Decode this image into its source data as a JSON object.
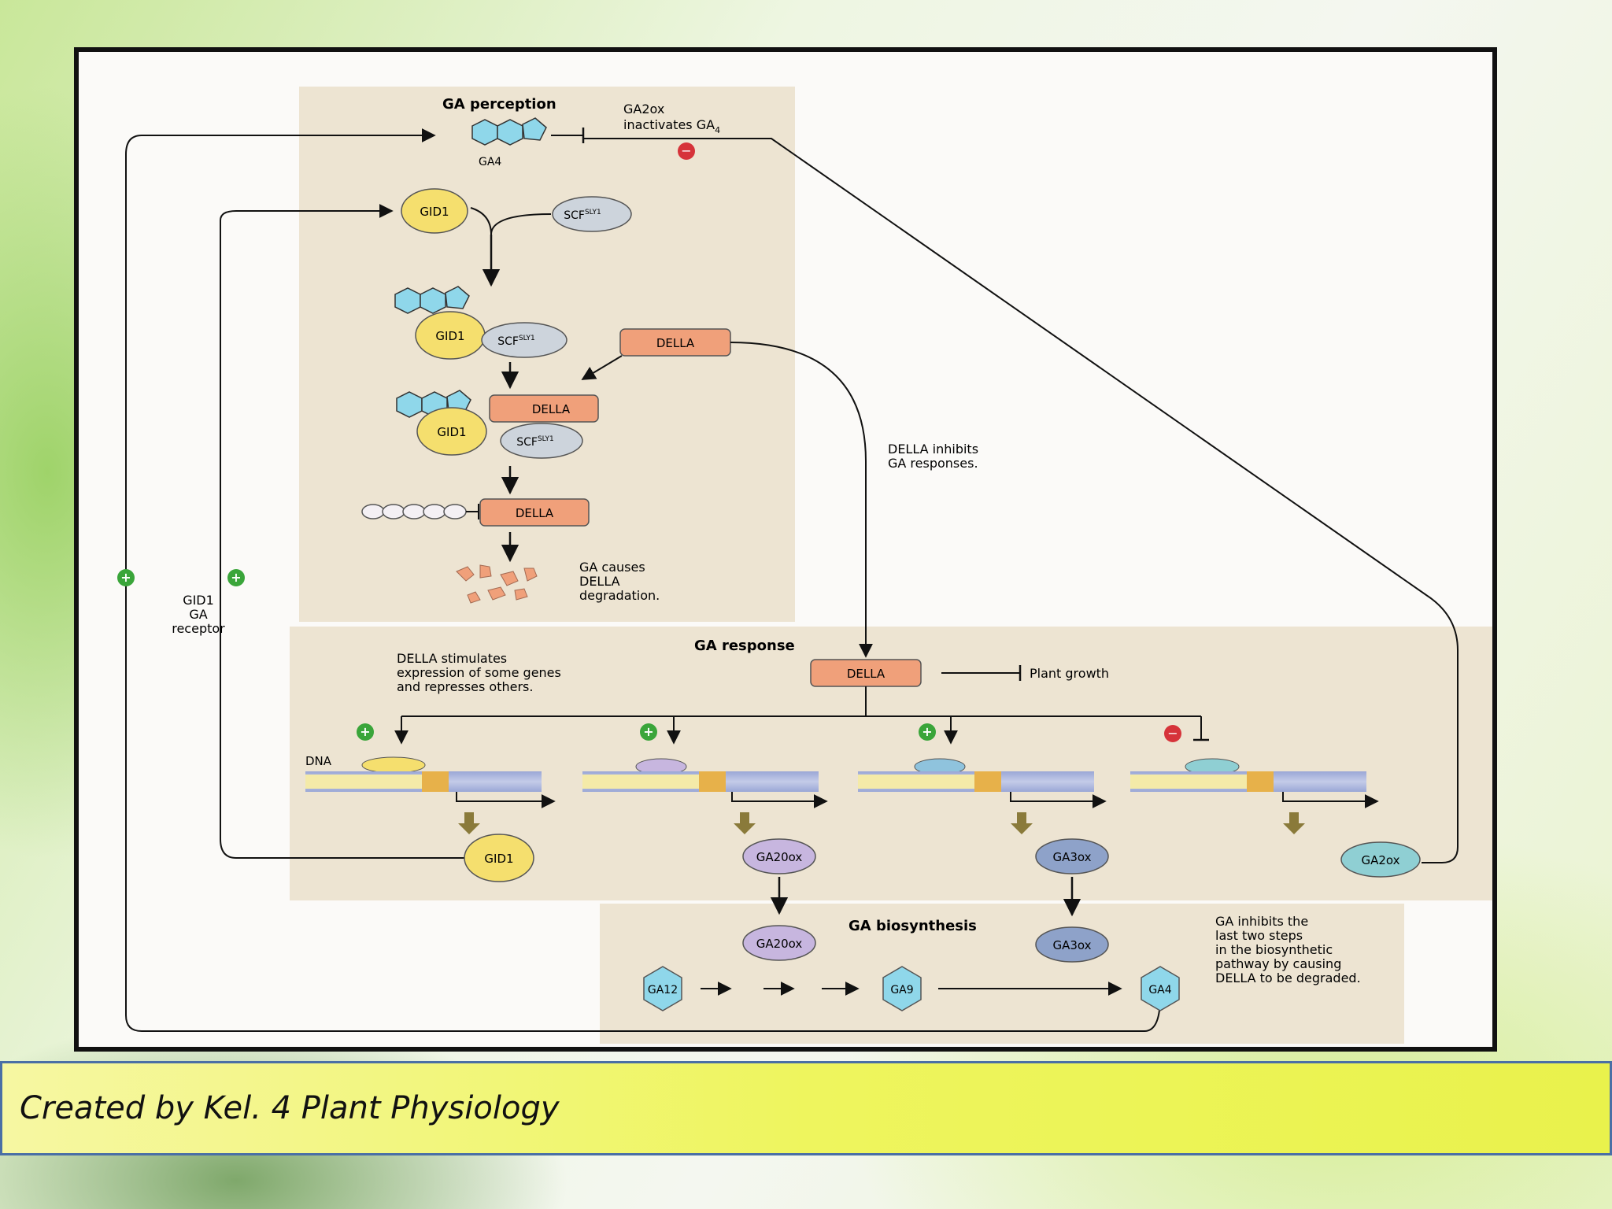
{
  "section_titles": {
    "perception": "GA perception",
    "response": "GA response",
    "biosynthesis": "GA biosynthesis"
  },
  "molecules": {
    "ga4": "GA4",
    "gid1": "GID1",
    "scf": "SCF",
    "scf_sup": "SLY1",
    "della": "DELLA",
    "dna": "DNA",
    "ga20ox": "GA20ox",
    "ga3ox": "GA3ox",
    "ga2ox": "GA2ox",
    "ga12": "GA12",
    "ga9": "GA9"
  },
  "notes": {
    "ga2ox_line1": "GA2ox",
    "ga2ox_line2": "inactivates GA",
    "ga2ox_sub": "4",
    "della_inhibits_1": "DELLA inhibits",
    "della_inhibits_2": "GA responses.",
    "degradation_1": "GA causes",
    "degradation_2": "DELLA",
    "degradation_3": "degradation.",
    "receptor_1": "GID1",
    "receptor_2": "GA",
    "receptor_3": "receptor",
    "stimulates_1": "DELLA stimulates",
    "stimulates_2": "expression of some genes",
    "stimulates_3": "and represses others.",
    "plant_growth": "Plant growth",
    "inhibits_1": "GA inhibits the",
    "inhibits_2": "last two steps",
    "inhibits_3": "in the biosynthetic",
    "inhibits_4": "pathway by causing",
    "inhibits_5": "DELLA to be degraded."
  },
  "signs": {
    "plus": "+",
    "minus": "−"
  },
  "caption": "Created by Kel. 4 Plant Physiology",
  "colors": {
    "panel": "#ede4d2",
    "gid1": "#f5df6e",
    "scf": "#cdd4dc",
    "della": "#f0a07a",
    "ga_mol": "#8fd7ea",
    "ga20ox": "#c7b6df",
    "ga3ox": "#8ea2c9",
    "ga2ox": "#8fcfd3",
    "plus": "#3aa53a",
    "minus": "#d6333a"
  }
}
